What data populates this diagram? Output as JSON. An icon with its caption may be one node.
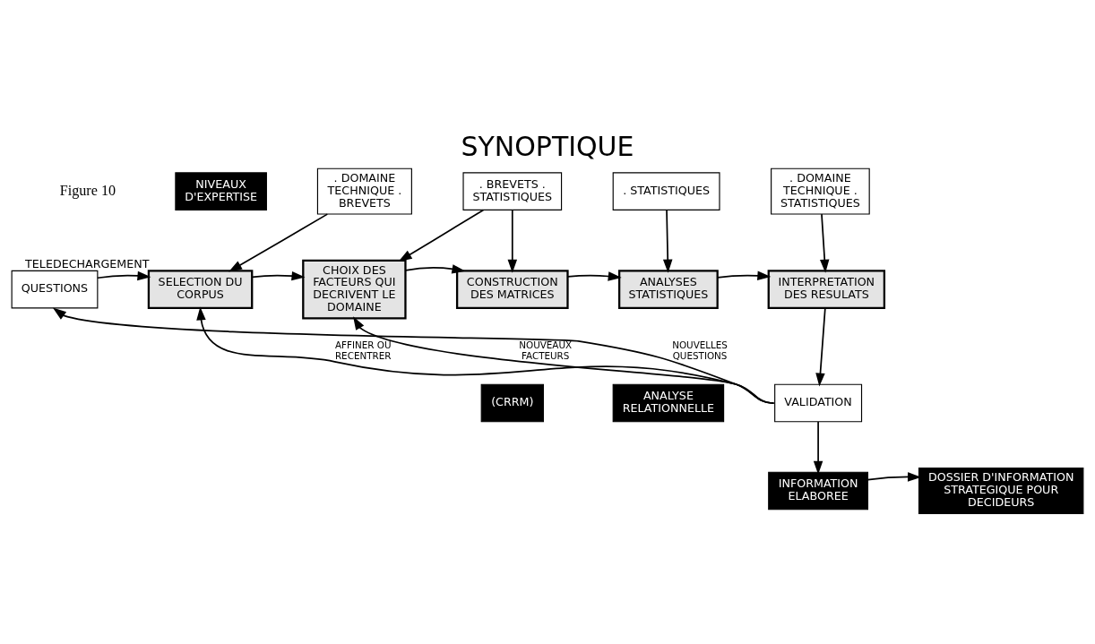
{
  "diagram": {
    "title": "SYNOPTIQUE",
    "nodes": [
      {
        "text": [
          "NIVEAUX D'EXPERTISE"
        ]
      },
      {
        "text": [
          ". DOMAINE TECHNIQUE . BREVETS"
        ]
      },
      {
        "text": [
          ". BREVETS . STATISTIQUES"
        ]
      },
      {
        "text": [
          ". STATISTIQUES"
        ]
      },
      {
        "text": [
          ". DOMAINE TECHNIQUE . STATISTIQUES"
        ]
      },
      {
        "text": [
          "QUESTIONS"
        ]
      },
      {
        "text": [
          "SELECTION DU CORPUS"
        ],
        "beside": [
          "TELEDECHARGEMENT"
        ]
      },
      {
        "text": [
          "CHOIX DES FACTEURS QUI DECRIVENT LE DOMAINE"
        ]
      },
      {
        "text": [
          "CONSTRUCTION DES MATRICES"
        ]
      },
      {
        "text": [
          "ANALYSES STATISTIQUES"
        ]
      },
      {
        "text": [
          "INTERPRETATION DES RESULATS"
        ]
      },
      {
        "text": [
          "(CRRM)"
        ]
      },
      {
        "text": [
          "ANALYSE RELATIONNELLE"
        ]
      },
      {
        "text": [
          "VALIDATION"
        ]
      },
      {
        "text": [
          "DOSSIER D'INFORMATION STRATEGIQUE POUR DECIDEURS"
        ]
      },
      {
        "text": [
          "INFORMATION ELABOREE"
        ]
      }
    ],
    "edges": [
      {
        "from": 1,
        "to": 6,
        "arrow": "to"
      },
      {
        "from": 2,
        "to": 7,
        "arrow": "to"
      },
      {
        "from": 2,
        "to": 8,
        "arrow": "to"
      },
      {
        "from": 3,
        "to": 9,
        "arrow": "to"
      },
      {
        "from": 4,
        "to": 10,
        "arrow": "to"
      },
      {
        "from": 5,
        "to": 6,
        "arrow": "to"
      },
      {
        "from": 6,
        "to": 7,
        "arrow": "to"
      },
      {
        "from": 7,
        "to": 8,
        "arrow": "to"
      },
      {
        "from": 8,
        "to": 9,
        "arrow": "to"
      },
      {
        "from": 9,
        "to": 10,
        "arrow": "to"
      },
      {
        "from": 10,
        "to": 13,
        "arrow": "to"
      },
      {
        "from": 13,
        "to": 5,
        "arrow": "to",
        "label": "NOUVELLES QUESTIONS"
      },
      {
        "from": 13,
        "to": 6,
        "arrow": "to",
        "label": "AFFINER OU RECENTRER"
      },
      {
        "from": 13,
        "to": 7,
        "arrow": "to",
        "label": "NOUVEAUX FACTEURS"
      },
      {
        "from": 13,
        "to": 15,
        "arrow": "to"
      },
      {
        "from": 15,
        "to": 14,
        "arrow": "to"
      }
    ],
    "labels": [
      "Figure 10"
    ]
  }
}
